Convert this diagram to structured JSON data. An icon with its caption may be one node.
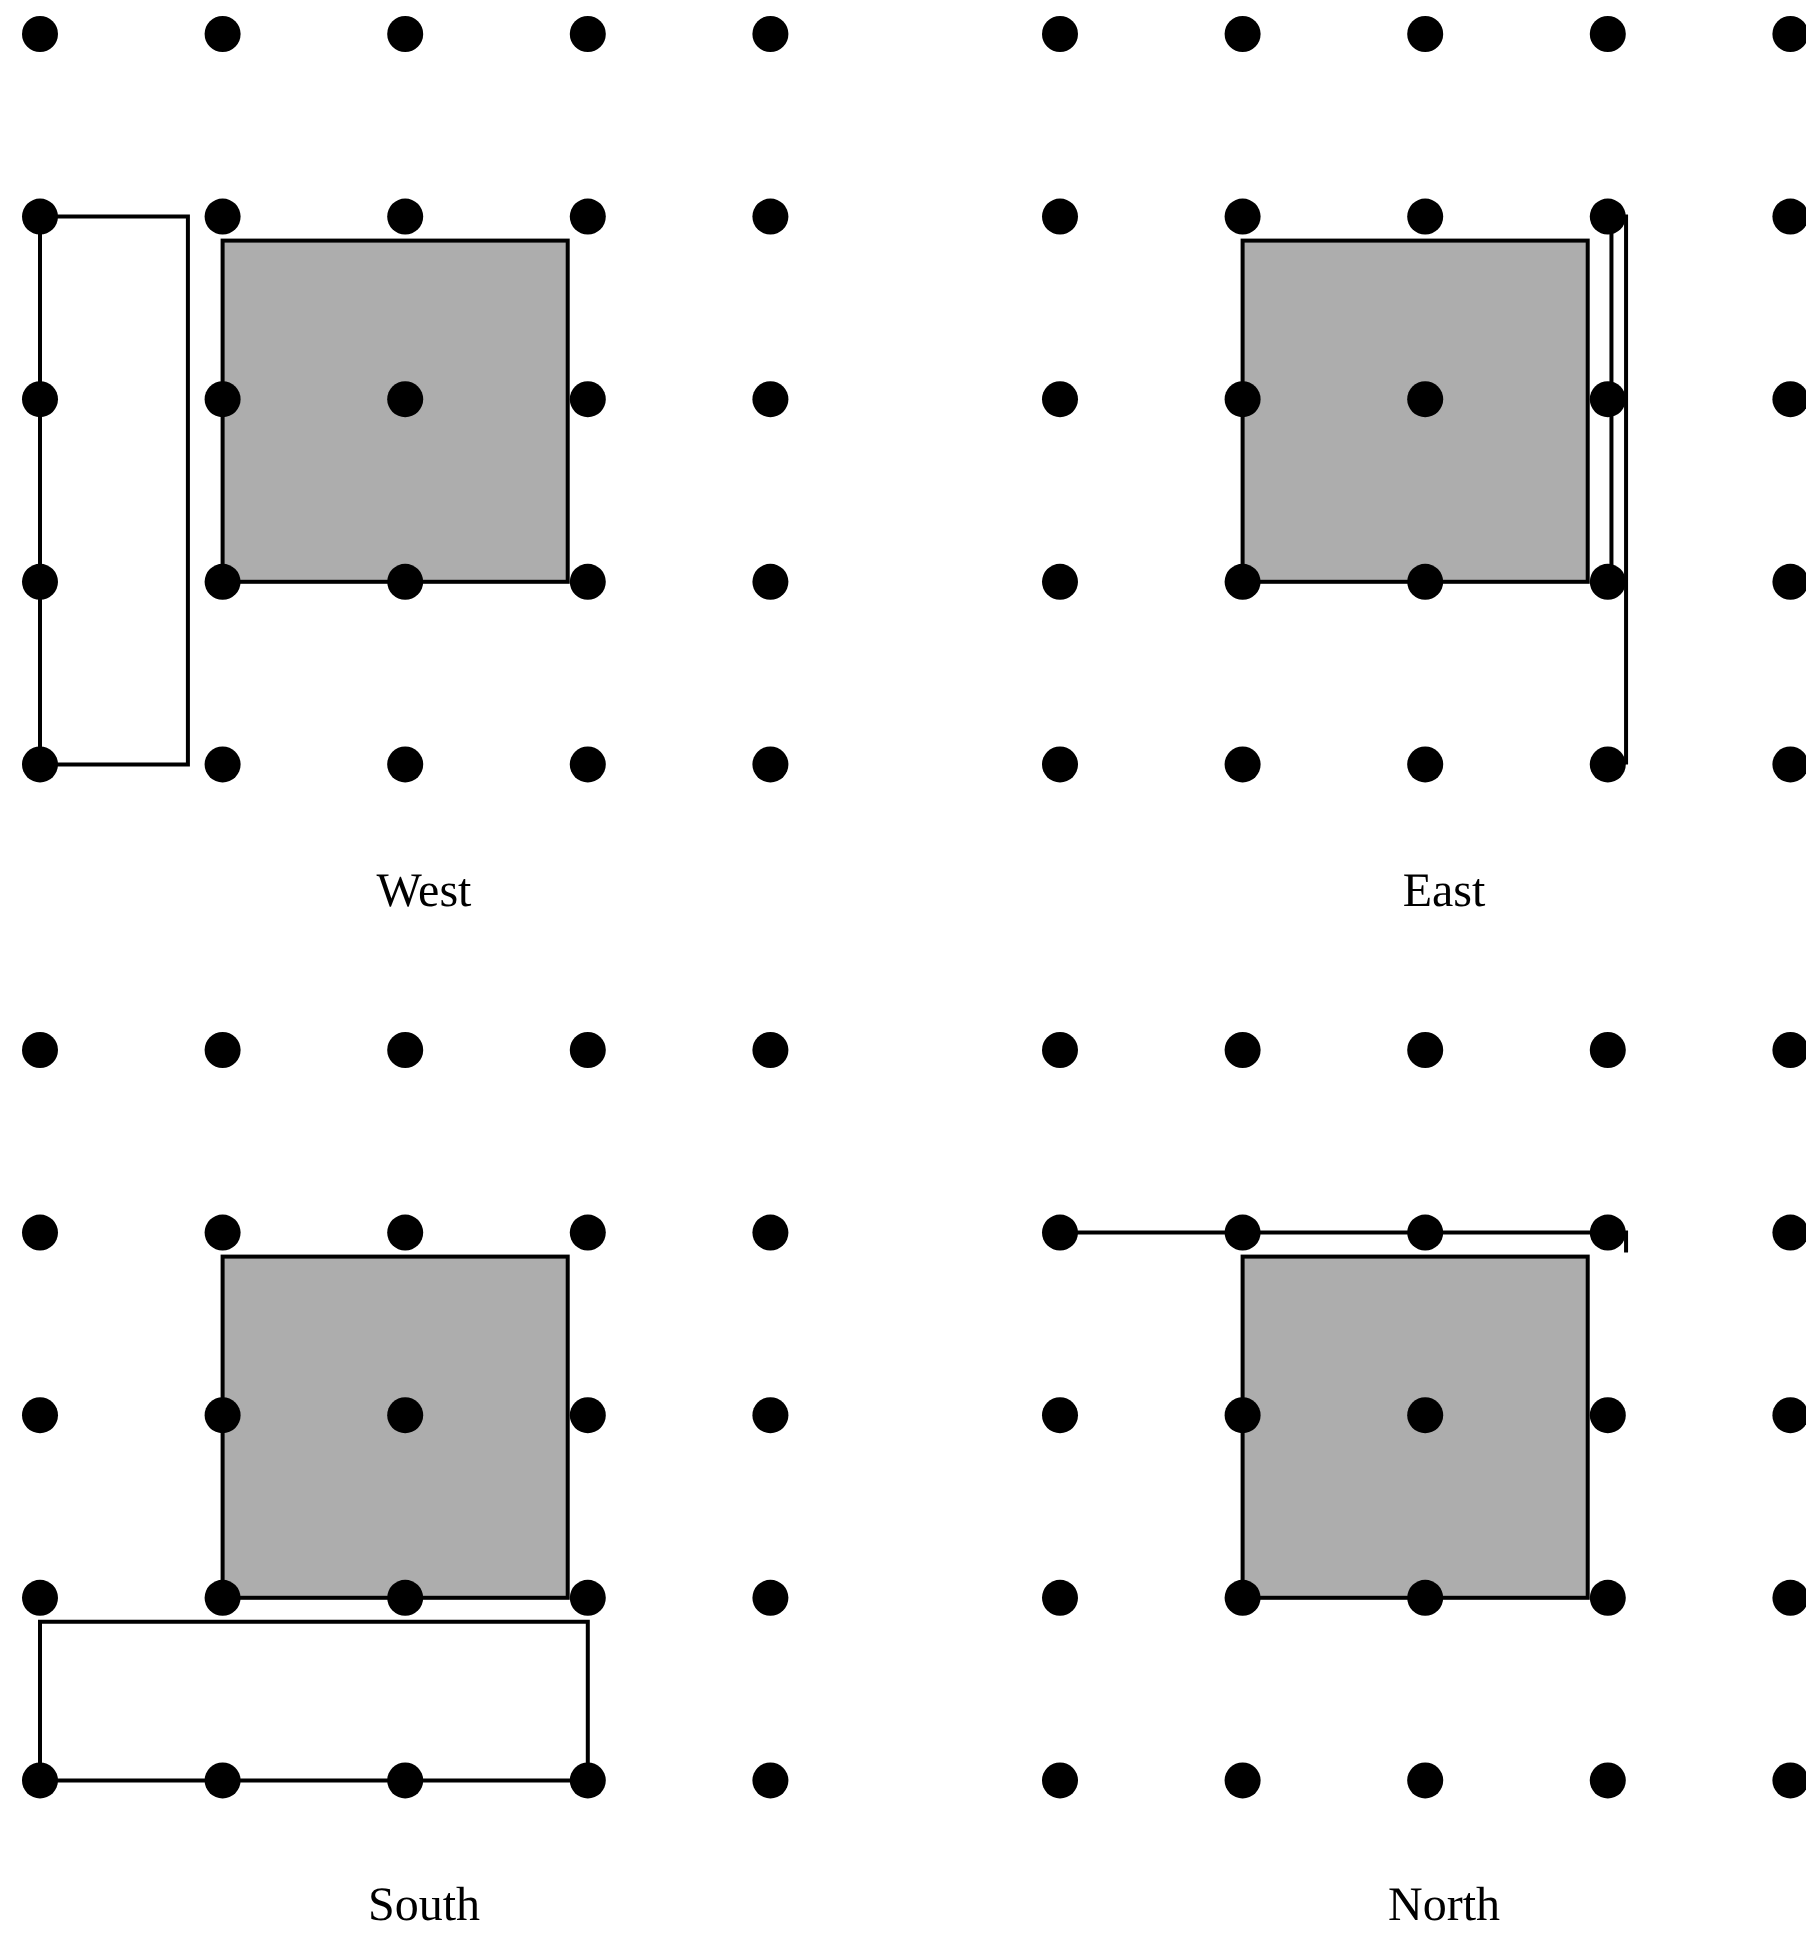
{
  "diagram": {
    "labels": [
      "West",
      "East",
      "South",
      "North"
    ]
  }
}
